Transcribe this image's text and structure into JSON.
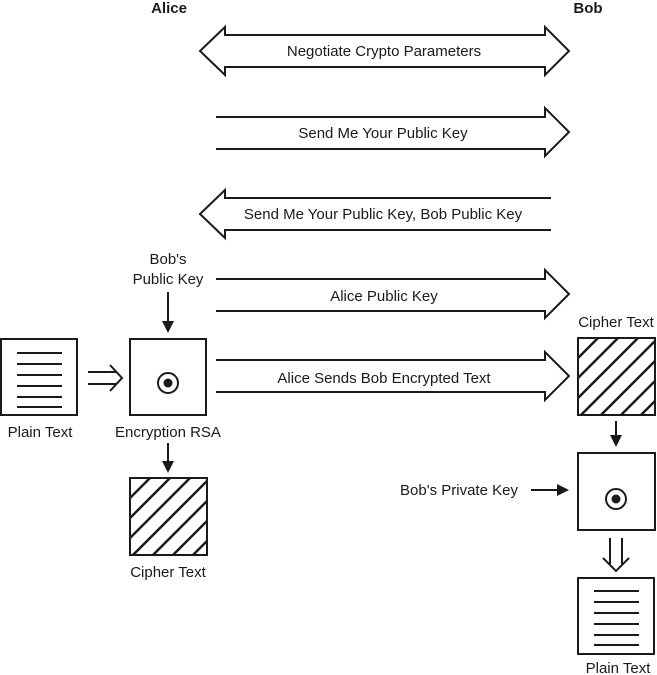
{
  "parties": {
    "alice": "Alice",
    "bob": "Bob"
  },
  "messages": {
    "negotiate": "Negotiate Crypto Parameters",
    "request_key": "Send Me Your Public Key",
    "reply_key": "Send Me Your Public Key, Bob Public Key",
    "alice_key": "Alice Public Key",
    "encrypted": "Alice Sends Bob Encrypted Text"
  },
  "labels": {
    "bobs_public_key_line1": "Bob's",
    "bobs_public_key_line2": "Public Key",
    "plain_text_left": "Plain Text",
    "encryption_rsa": "Encryption RSA",
    "cipher_text_left": "Cipher Text",
    "cipher_text_right": "Cipher Text",
    "bobs_private_key": "Bob's Private Key",
    "plain_text_right": "Plain Text"
  }
}
